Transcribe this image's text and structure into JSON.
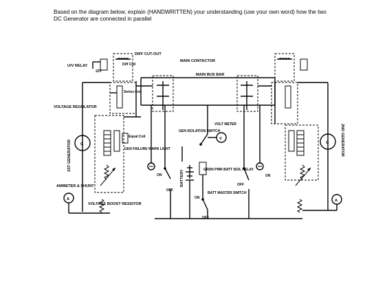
{
  "question": "Based on the diagram below, explain (HANDWRITTEN) your understanding (use your own word) how the two DC Generator are connected in parallel",
  "labels": {
    "diff_cut_out": "DIFF CUT-OUT",
    "diff_coil": "Diff Coil",
    "uv_relay": "U/V RELAY",
    "v22": "22V",
    "series_coil": "Series Coil",
    "main_contactor": "MAIN CONTACTOR",
    "main_bus_bar": "MAIN BUS BAR",
    "voltage_regulator": "VOLTAGE REGULATOR",
    "first_generator": "1ST GENERATOR",
    "second_generator": "2ND GENERATOR",
    "equal_coil": "Equal Coil",
    "gen_failure_warn_light": "GEN FAILURE WARN LIGHT",
    "gen_isolation_switch": "GEN ISOLATION SWITCH",
    "volt_meter": "VOLT METER",
    "on": "ON",
    "off": "OFF",
    "battery": "BATTERY",
    "grdn_pwr_batt_isol_relay": "GRDN PWR BATT ISOL RELAY",
    "batt_master_switch": "BATT MASTER SWITCH",
    "ammeter_shunt": "AMMETER & SHUNT",
    "voltage_boost_resistor": "VOLTAGE BOOST RESISTOR",
    "g": "G",
    "a": "A",
    "v": "V"
  }
}
